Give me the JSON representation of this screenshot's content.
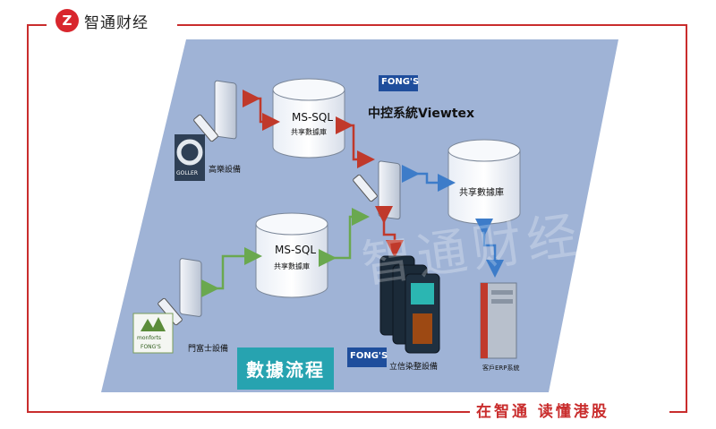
{
  "brand": {
    "name": "智通财经",
    "logo_mark": "Z"
  },
  "slogan": "在智通 读懂港股",
  "diagram": {
    "center_system": "中控系統Viewtex",
    "fongs_logo_text": "FONG'S",
    "goller_logo_text": "GOLLER",
    "monforts_logo_text": "monforts",
    "monforts_logo_sub": "FONG'S",
    "db1_title": "MS-SQL",
    "db1_sub": "共享數據庫",
    "db2_title": "MS-SQL",
    "db2_sub": "共享數據庫",
    "db3_title": "共享數據庫",
    "goller_label": "高樂設備",
    "monforts_label": "門富士設備",
    "dyeing_label": "立信染整設備",
    "erp_label": "客戶ERP系統",
    "flow_label": "數據流程"
  },
  "colors": {
    "frame": "#c92d2d",
    "panel": "#9fb3d6",
    "red_arrow": "#c0392b",
    "blue_arrow": "#3d7cc9",
    "green_arrow": "#6aa84f",
    "flow_box": "#27a3b0"
  }
}
